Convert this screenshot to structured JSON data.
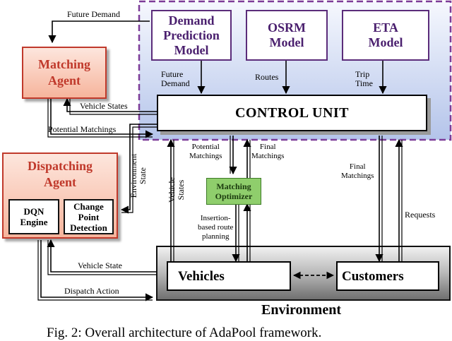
{
  "blocks": {
    "demand_model": "Demand\nPrediction\nModel",
    "osrm_model": "OSRM\nModel",
    "eta_model": "ETA\nModel",
    "control_unit": "CONTROL UNIT",
    "matching_agent": "Matching\nAgent",
    "dispatching_agent": "Dispatching\nAgent",
    "dqn_engine": "DQN\nEngine",
    "change_point": "Change\nPoint\nDetection",
    "matching_optimizer": "Matching\nOptimizer",
    "vehicles": "Vehicles",
    "customers": "Customers",
    "environment": "Environment"
  },
  "edges": {
    "future_demand_top": "Future Demand",
    "future_demand_model": "Future\nDemand",
    "routes": "Routes",
    "trip_time": "Trip\nTime",
    "vehicle_states_to_matching": "Vehicle States",
    "potential_matchings_left": "Potential Matchings",
    "environment_state": "Environment\nState",
    "vehicle_states_vertical": "Vehicle\nStates",
    "potential_matchings_optimizer": "Potential\nMatchings",
    "final_matchings_optimizer": "Final\nMatchings",
    "insertion_planning": "Insertion-\nbased route\nplanning",
    "final_matchings_customers": "Final\nMatchings",
    "requests": "Requests",
    "vehicle_state_env": "Vehicle State",
    "dispatch_action": "Dispatch Action"
  },
  "caption": "Fig. 2: Overall architecture of AdaPool framework."
}
